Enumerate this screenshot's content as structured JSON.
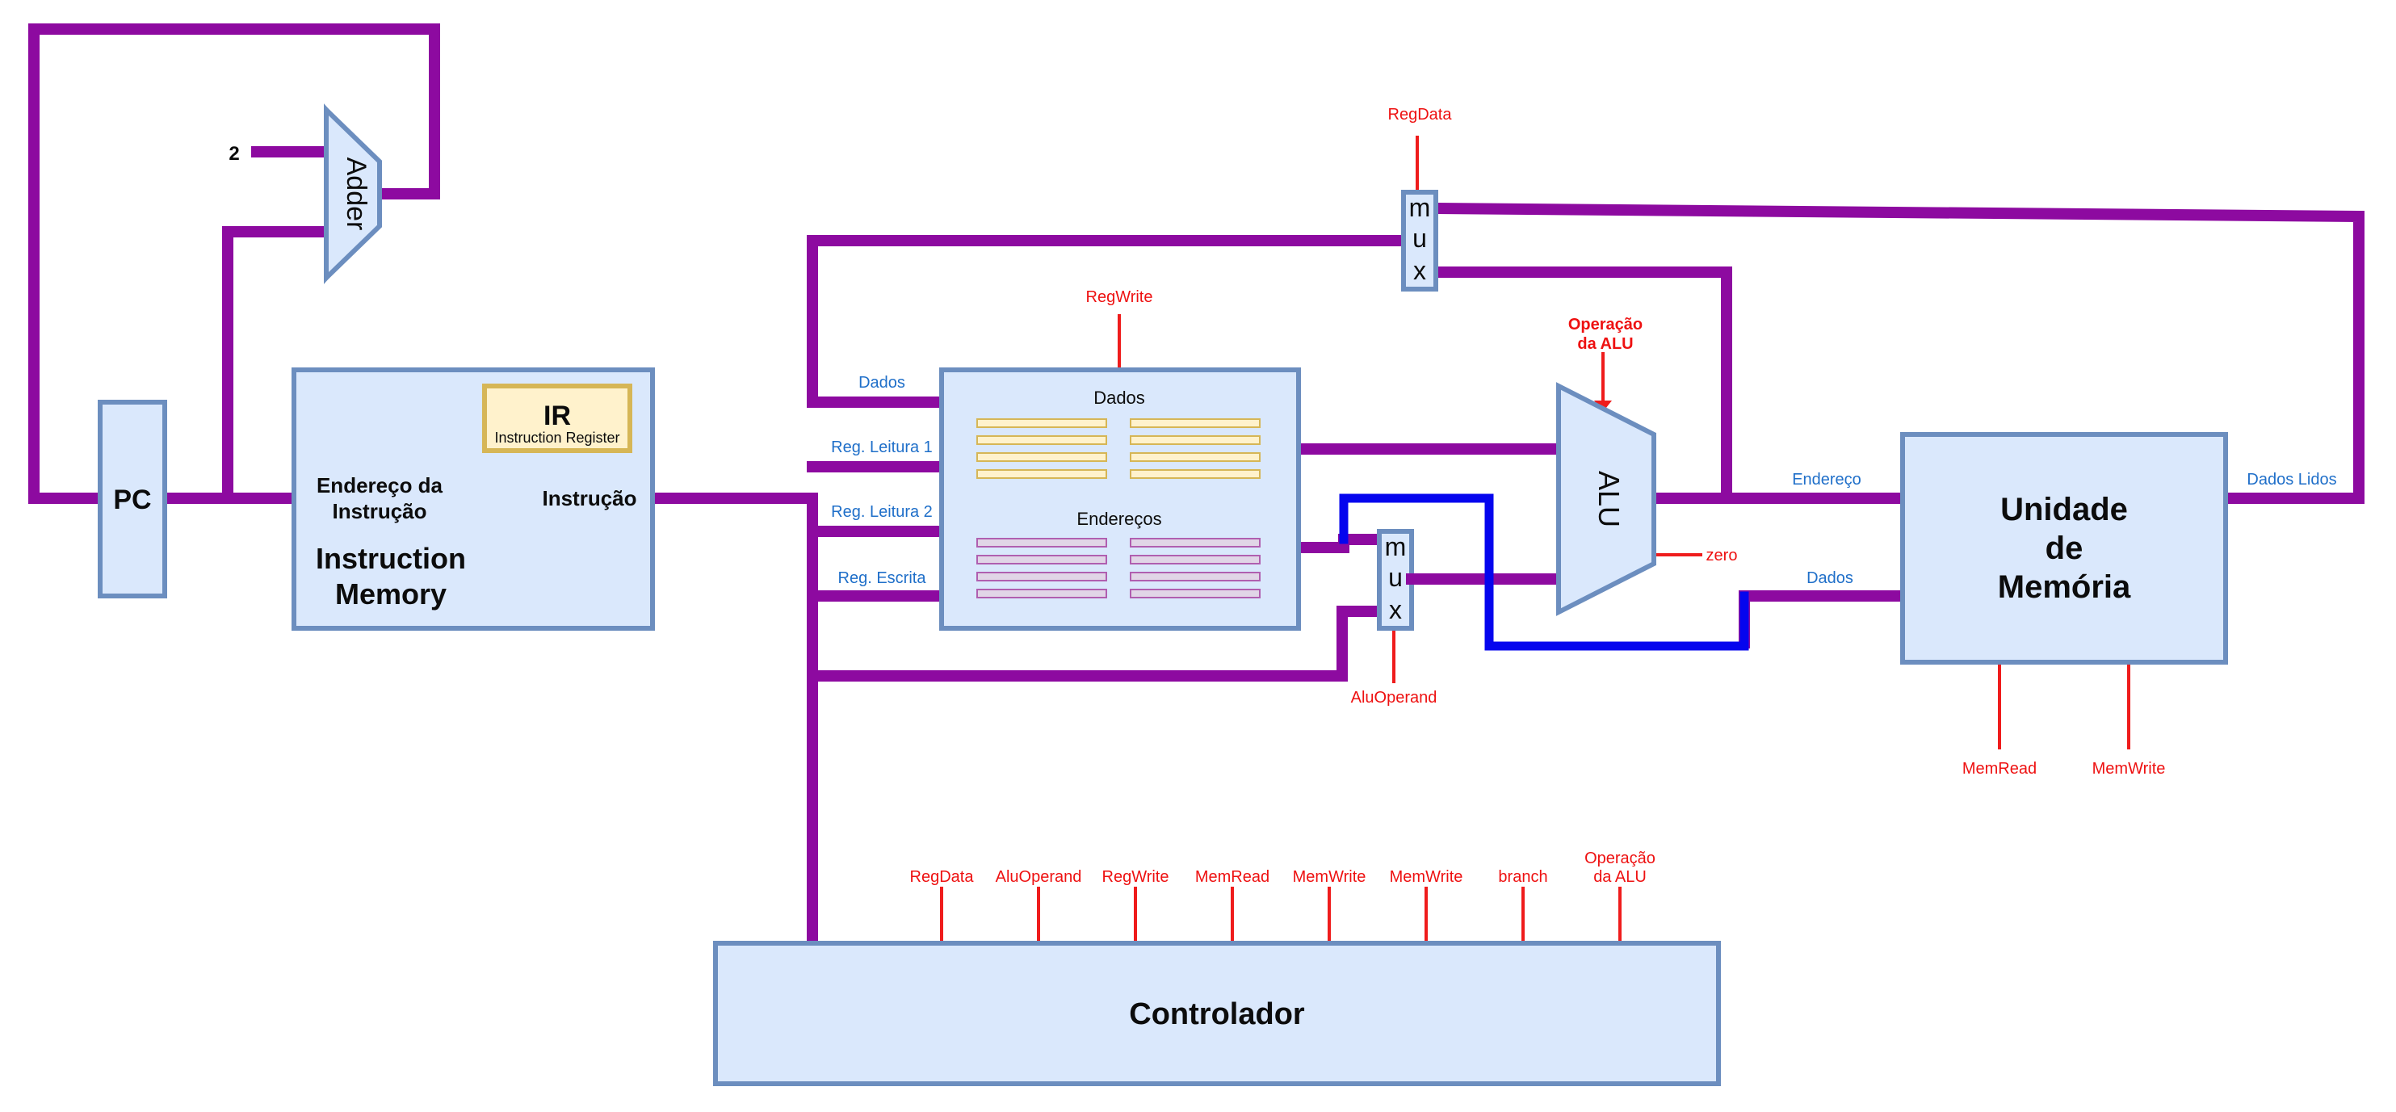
{
  "blocks": {
    "pc": "PC",
    "adder": "Adder",
    "adder_const": "2",
    "instruction_memory": {
      "address_label_line1": "Endereço da",
      "address_label_line2": "Instrução",
      "output_label": "Instrução",
      "title_line1": "Instruction",
      "title_line2": "Memory"
    },
    "ir": {
      "title": "IR",
      "subtitle": "Instruction Register"
    },
    "register_file": {
      "data_title": "Dados",
      "address_title": "Endereços"
    },
    "alu": "ALU",
    "memory_unit": {
      "line1": "Unidade",
      "line2": "de",
      "line3": "Memória"
    },
    "controller": "Controlador",
    "mux_top": [
      "m",
      "u",
      "x"
    ],
    "mux_alu": [
      "m",
      "u",
      "x"
    ]
  },
  "port_labels": {
    "reg_data_in": "Dados",
    "reg_read1": "Reg. Leitura 1",
    "reg_read2": "Reg. Leitura 2",
    "reg_write_addr": "Reg. Escrita",
    "mem_address": "Endereço",
    "mem_data": "Dados",
    "mem_read_data": "Dados Lidos",
    "alu_zero": "zero"
  },
  "control_signals": {
    "regdata": "RegData",
    "regwrite": "RegWrite",
    "alu_op_line1": "Operação",
    "alu_op_line2": "da ALU",
    "alu_operand": "AluOperand",
    "memread": "MemRead",
    "memwrite": "MemWrite"
  },
  "controller_outputs": [
    {
      "line1": "",
      "line2": "RegData"
    },
    {
      "line1": "",
      "line2": "AluOperand"
    },
    {
      "line1": "",
      "line2": "RegWrite"
    },
    {
      "line1": "",
      "line2": "MemRead"
    },
    {
      "line1": "",
      "line2": "MemWrite"
    },
    {
      "line1": "",
      "line2": "MemWrite"
    },
    {
      "line1": "",
      "line2": "branch"
    },
    {
      "line1": "Operação",
      "line2": "da ALU"
    }
  ],
  "colors": {
    "datapath_wire": "#8d0aa0",
    "feedback_wire": "#0505ee",
    "control_signal": "#ef1c1c",
    "port_label": "#1f6fc9",
    "block_fill": "#dae8fc",
    "block_border": "#6c8ebf",
    "ir_fill": "#fff2cc",
    "ir_border": "#d6b656"
  }
}
